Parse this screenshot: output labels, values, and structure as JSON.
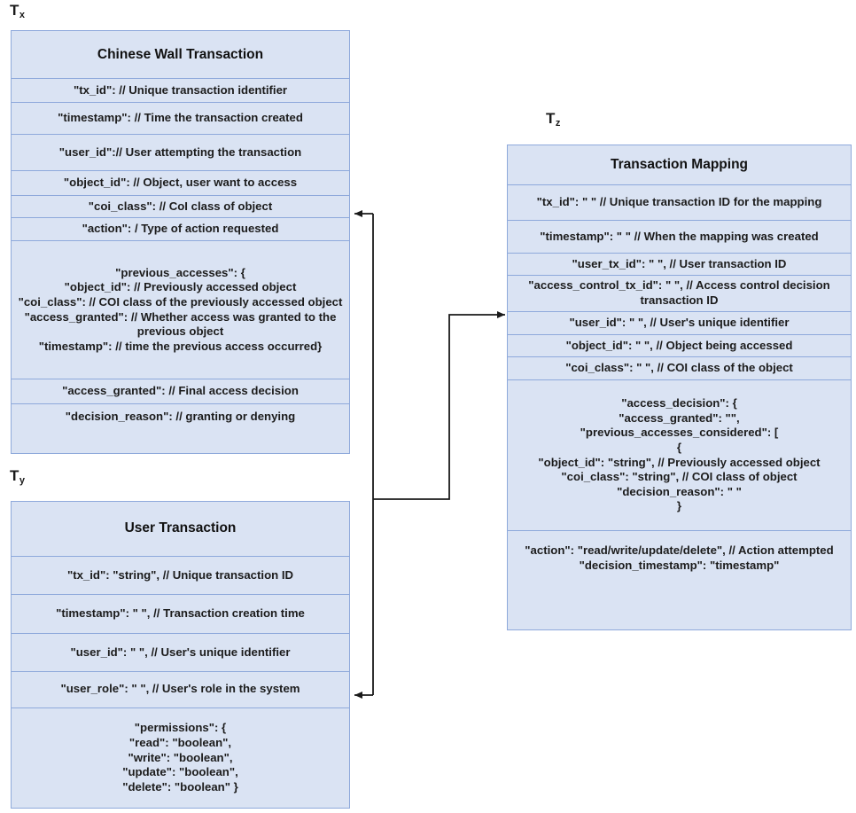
{
  "diagram": {
    "title": "Chinese Wall Transaction Schema Diagram",
    "background_color": "#ffffff",
    "box_fill_color": "#dae3f3",
    "box_border_color": "#8ea9db",
    "connector_color": "#1a1a1a"
  },
  "tx": {
    "label_main": "T",
    "label_sub": "x",
    "title": "Chinese Wall Transaction",
    "rows": [
      "\"tx_id\":  // Unique transaction identifier",
      "\"timestamp\": // Time the transaction created",
      "\"user_id\":// User attempting the transaction",
      "\"object_id\": // Object, user want to access",
      "\"coi_class\": // CoI class of object",
      "\"action\": / Type of action requested",
      "\"previous_accesses\": {\n\"object_id\":  // Previously accessed object\n\"coi_class\":  // COI class of the previously accessed object\n\"access_granted\": // Whether access was granted to the previous object\n\"timestamp\":  // time the previous access occurred}",
      "\"access_granted\": // Final access decision",
      "\"decision_reason\": // granting or denying"
    ]
  },
  "ty": {
    "label_main": "T",
    "label_sub": "y",
    "title": "User Transaction",
    "rows": [
      "\"tx_id\": \"string\", // Unique transaction ID",
      "\"timestamp\": \" \", // Transaction creation time",
      "\"user_id\": \" \", // User's unique identifier",
      "\"user_role\": \" \", // User's role in the system",
      "\"permissions\": {\n\"read\": \"boolean\",\n\"write\": \"boolean\",\n\"update\": \"boolean\",\n\"delete\": \"boolean\"  }"
    ]
  },
  "tz": {
    "label_main": "T",
    "label_sub": "z",
    "title": "Transaction Mapping",
    "rows": [
      "\"tx_id\": \" \" // Unique transaction ID for the mapping",
      "\"timestamp\": \" \" // When the mapping was created",
      "\"user_tx_id\": \" \", // User transaction ID",
      "\"access_control_tx_id\": \" \", // Access control decision transaction ID",
      "\"user_id\": \" \", // User's unique identifier",
      "\"object_id\": \" \", // Object being accessed",
      "\"coi_class\": \" \", // COI class of the object",
      "\"access_decision\": {\n\"access_granted\": \"\",\n\"previous_accesses_considered\": [\n{\n\"object_id\": \"string\", // Previously accessed object\n\"coi_class\": \"string\", // COI class of object\n\"decision_reason\": \" \"\n}",
      "\"action\": \"read/write/update/delete\", // Action attempted\n\"decision_timestamp\": \"timestamp\""
    ]
  },
  "connectors": [
    {
      "name": "tz-to-tx",
      "from": "tz.access_control_tx_id",
      "to": "tx.coi_class",
      "arrow_direction": "left"
    },
    {
      "name": "ty-to-tz",
      "from": "ty.user_role",
      "to": "tz.access_control_tx_id",
      "arrow_direction": "right"
    },
    {
      "name": "tz-to-ty",
      "from": "tz",
      "to": "ty.user_role",
      "arrow_direction": "left"
    }
  ]
}
